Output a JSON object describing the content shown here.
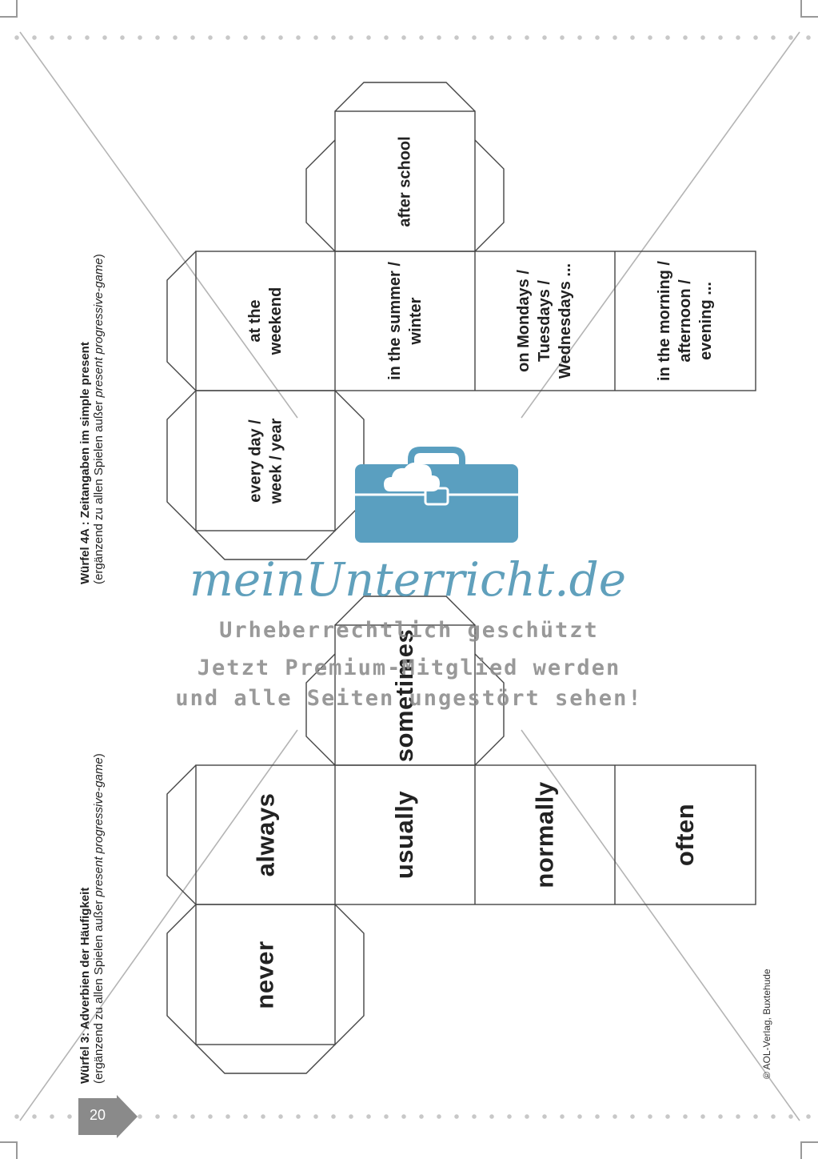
{
  "header_left": {
    "title": "Würfel 3: Adverbien der Häufigkeit",
    "subtitle_plain": "(ergänzend zu allen Spielen außer ",
    "subtitle_italic": "present progressive-game",
    "subtitle_end": ")"
  },
  "header_right": {
    "title": "Würfel 4A : Zeitangaben im simple present",
    "subtitle_plain": "(ergänzend zu allen Spielen außer ",
    "subtitle_italic": "present progressive-game",
    "subtitle_end": ")"
  },
  "cube_4a": {
    "after_school": "after school",
    "at_weekend": [
      "at the",
      "weekend"
    ],
    "summer": [
      "in the summer /",
      "winter"
    ],
    "mondays": [
      "on Mondays /",
      "Tuesdays /",
      "Wednesdays ..."
    ],
    "morning": [
      "in the morning /",
      "afternoon /",
      "evening ..."
    ],
    "every_day": [
      "every day /",
      "week / year"
    ]
  },
  "cube_3": {
    "sometimes": "sometimes",
    "always": "always",
    "usually": "usually",
    "normally": "normally",
    "often": "often",
    "never": "never"
  },
  "watermark": {
    "brand": "meinUnterricht.de",
    "line1": "Urheberrechtlich geschützt",
    "line2": "Jetzt Premium-Mitglied werden",
    "line3": "und alle Seiten ungestört sehen!"
  },
  "copyright": "© AOL-Verlag, Buxtehude",
  "page_number": "20",
  "colors": {
    "watermark_blue": "#4b93b3",
    "watermark_gray": "#8e8e8e",
    "outline": "#444444"
  }
}
